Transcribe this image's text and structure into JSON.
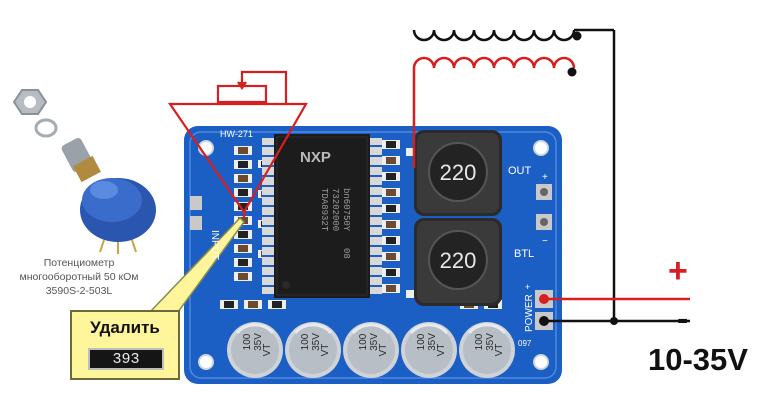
{
  "board": {
    "model": "HW-271",
    "chip_brand": "NXP",
    "chip_lines": [
      "TDA8932T",
      "73202000",
      "bn60750Y",
      "08"
    ],
    "inductor_value": "220",
    "capacitor_line1": "100",
    "capacitor_line2": "35V",
    "capacitor_line3": "VT",
    "capacitor_count": 5,
    "label_input": "INPUT",
    "label_out": "OUT",
    "label_btl": "BTL",
    "label_power": "POWER",
    "label_097": "097",
    "label_plus": "+",
    "label_minus": "−"
  },
  "potentiometer_caption": [
    "Потенциометр",
    "многооборотный 50 кОм",
    "3590S-2-503L"
  ],
  "remove_note": {
    "label": "Удалить",
    "resistor_code": "393"
  },
  "power": {
    "plus": "+",
    "minus": "-",
    "voltage": "10-35V"
  },
  "colors": {
    "pcb": "#1b5fc4",
    "wire_red": "#d81e1e",
    "wire_black": "#111111",
    "note_bg": "#fff59a"
  }
}
